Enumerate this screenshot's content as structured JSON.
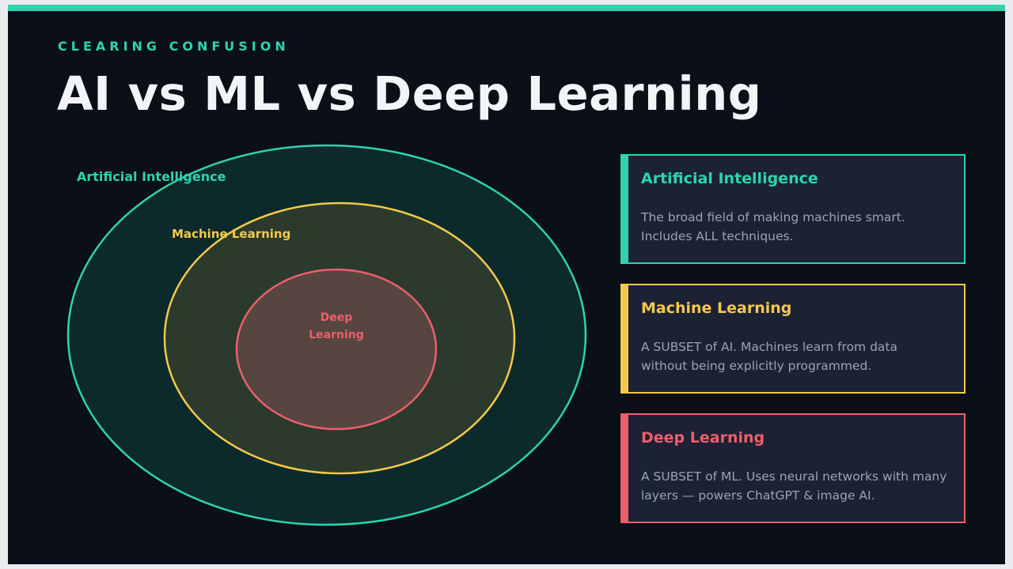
{
  "header": {
    "eyebrow": "CLEARING CONFUSION",
    "title": "AI vs ML vs Deep Learning"
  },
  "diagram": {
    "outer_label": "Artificial Intelligence",
    "middle_label": "Machine Learning",
    "inner_label_line1": "Deep",
    "inner_label_line2": "Learning"
  },
  "cards": [
    {
      "title": "Artificial Intelligence",
      "body_line1": "The broad field of making machines smart.",
      "body_line2": "Includes ALL techniques."
    },
    {
      "title": "Machine Learning",
      "body_line1": "A SUBSET of AI. Machines learn from data",
      "body_line2": "without being explicitly programmed."
    },
    {
      "title": "Deep Learning",
      "body_line1": "A SUBSET of ML. Uses neural networks with many",
      "body_line2": "layers — powers ChatGPT & image AI."
    }
  ],
  "colors": {
    "ai": "#2dd4ac",
    "ml": "#f2c94c",
    "dl": "#ec5f6b",
    "background": "#0a0f18",
    "card_background": "#1c2233"
  }
}
